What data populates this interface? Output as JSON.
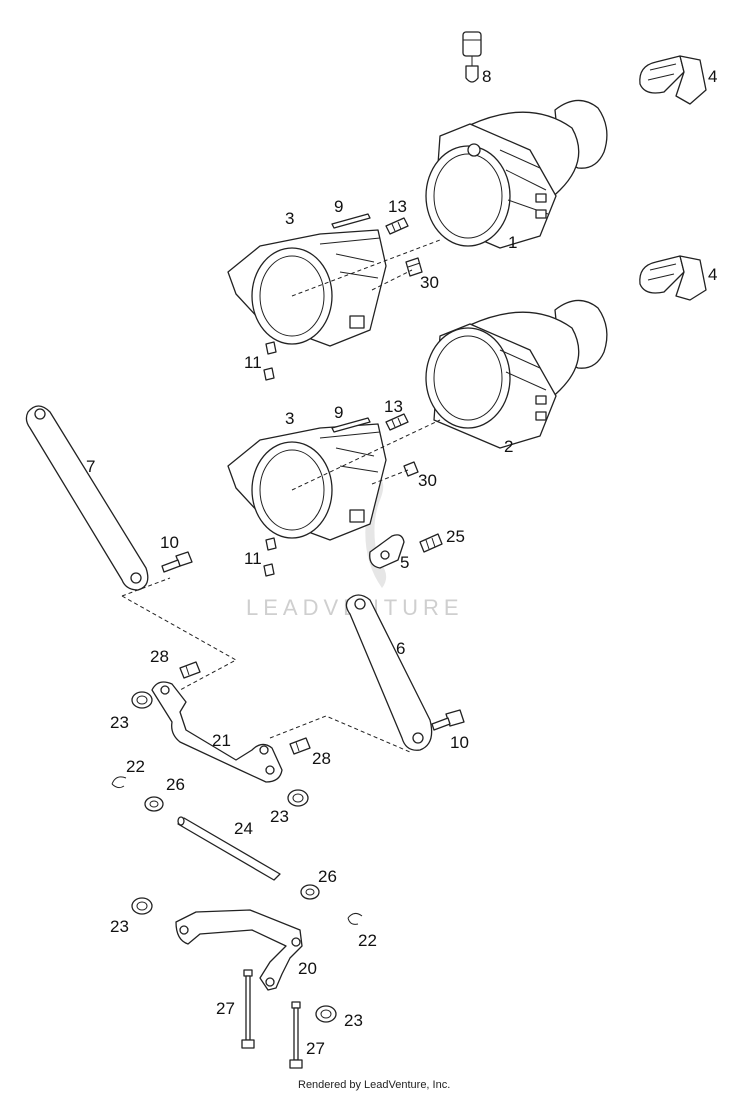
{
  "diagram": {
    "watermark": "LEADVENTURE",
    "footer": "Rendered by LeadVenture, Inc.",
    "callouts": [
      "8",
      "4",
      "9",
      "13",
      "3",
      "1",
      "30",
      "4",
      "11",
      "9",
      "13",
      "3",
      "2",
      "7",
      "30",
      "10",
      "25",
      "11",
      "5",
      "6",
      "28",
      "23",
      "21",
      "10",
      "28",
      "22",
      "26",
      "23",
      "24",
      "26",
      "23",
      "22",
      "20",
      "27",
      "23",
      "27"
    ]
  }
}
